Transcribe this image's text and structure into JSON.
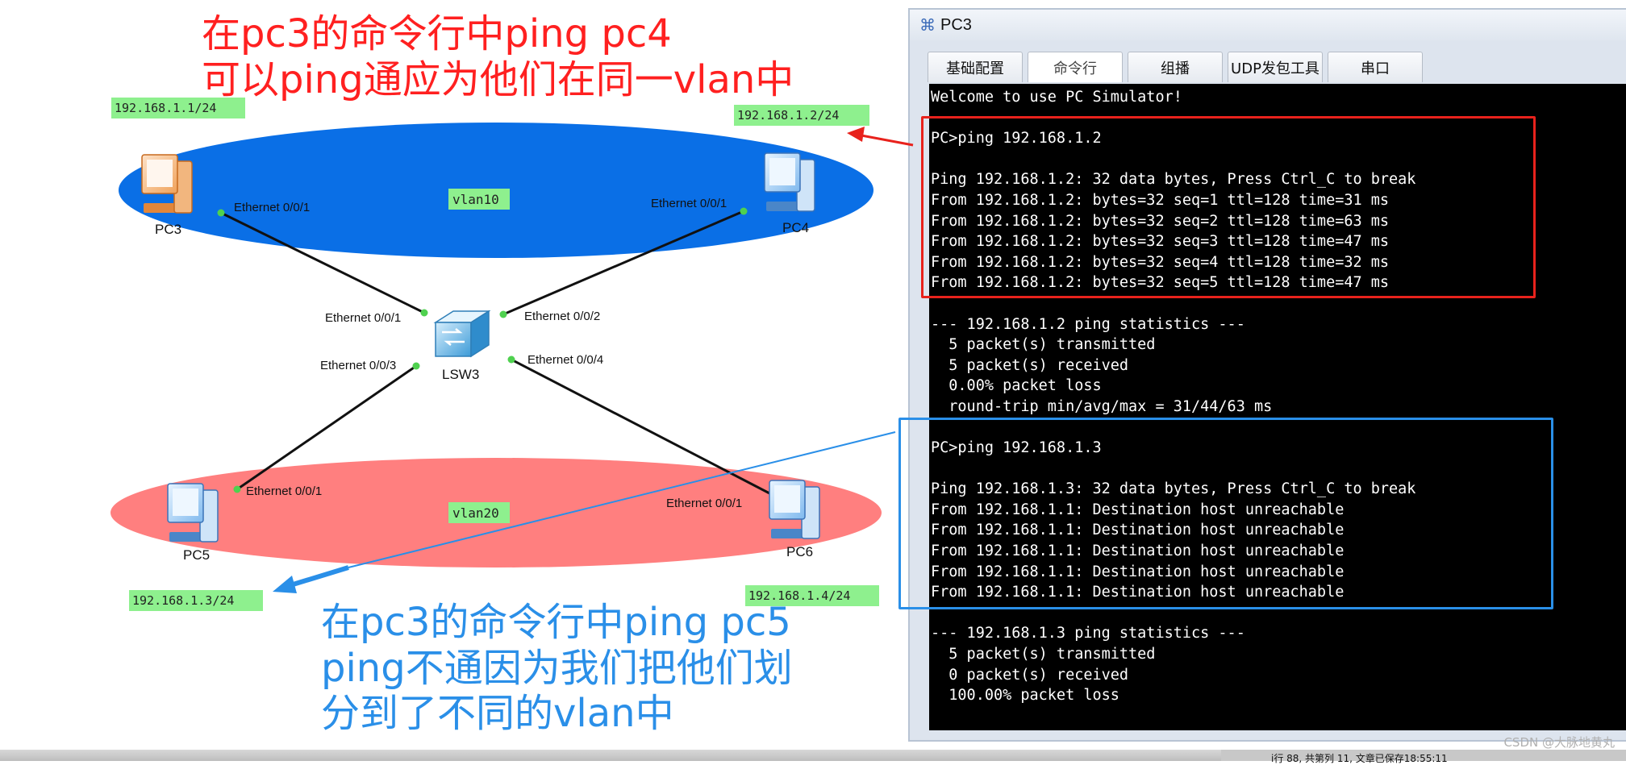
{
  "annotations": {
    "red": [
      "在pc3的命令行中ping pc4",
      "可以ping通应为他们在同一vlan中"
    ],
    "blue": [
      "在pc3的命令行中ping pc5",
      "ping不通因为我们把他们划",
      "分到了不同的vlan中"
    ]
  },
  "topology": {
    "vlans": {
      "top": "vlan10",
      "bottom": "vlan20"
    },
    "switch": "LSW3",
    "pcs": {
      "pc3": "PC3",
      "pc4": "PC4",
      "pc5": "PC5",
      "pc6": "PC6"
    },
    "ips": {
      "pc3": "192.168.1.1/24",
      "pc4": "192.168.1.2/24",
      "pc5": "192.168.1.3/24",
      "pc6": "192.168.1.4/24"
    },
    "ports": {
      "pc3": "Ethernet 0/0/1",
      "pc4": "Ethernet 0/0/1",
      "pc5": "Ethernet 0/0/1",
      "pc6": "Ethernet 0/0/1",
      "sw1": "Ethernet 0/0/1",
      "sw2": "Ethernet 0/0/2",
      "sw3": "Ethernet 0/0/3",
      "sw4": "Ethernet 0/0/4"
    }
  },
  "window": {
    "title": "PC3",
    "tabs": [
      "基础配置",
      "命令行",
      "组播",
      "UDP发包工具",
      "串口"
    ],
    "active_tab": 1
  },
  "terminal": [
    "Welcome to use PC Simulator!",
    "",
    "PC>ping 192.168.1.2",
    "",
    "Ping 192.168.1.2: 32 data bytes, Press Ctrl_C to break",
    "From 192.168.1.2: bytes=32 seq=1 ttl=128 time=31 ms",
    "From 192.168.1.2: bytes=32 seq=2 ttl=128 time=63 ms",
    "From 192.168.1.2: bytes=32 seq=3 ttl=128 time=47 ms",
    "From 192.168.1.2: bytes=32 seq=4 ttl=128 time=32 ms",
    "From 192.168.1.2: bytes=32 seq=5 ttl=128 time=47 ms",
    "",
    "--- 192.168.1.2 ping statistics ---",
    "  5 packet(s) transmitted",
    "  5 packet(s) received",
    "  0.00% packet loss",
    "  round-trip min/avg/max = 31/44/63 ms",
    "",
    "PC>ping 192.168.1.3",
    "",
    "Ping 192.168.1.3: 32 data bytes, Press Ctrl_C to break",
    "From 192.168.1.1: Destination host unreachable",
    "From 192.168.1.1: Destination host unreachable",
    "From 192.168.1.1: Destination host unreachable",
    "From 192.168.1.1: Destination host unreachable",
    "From 192.168.1.1: Destination host unreachable",
    "",
    "--- 192.168.1.3 ping statistics ---",
    "  5 packet(s) transmitted",
    "  0 packet(s) received",
    "  100.00% packet loss"
  ],
  "status_text": "i行 88, 共第列 11, 文章已保存18:55:11",
  "watermark": "CSDN @大脉地黄丸",
  "colors": {
    "vlan10": "#0a6fe6",
    "vlan20": "#ff7f7f",
    "highlight_red": "#e8221c",
    "highlight_blue": "#2a8fe8",
    "label_bg": "#8ef08e"
  }
}
